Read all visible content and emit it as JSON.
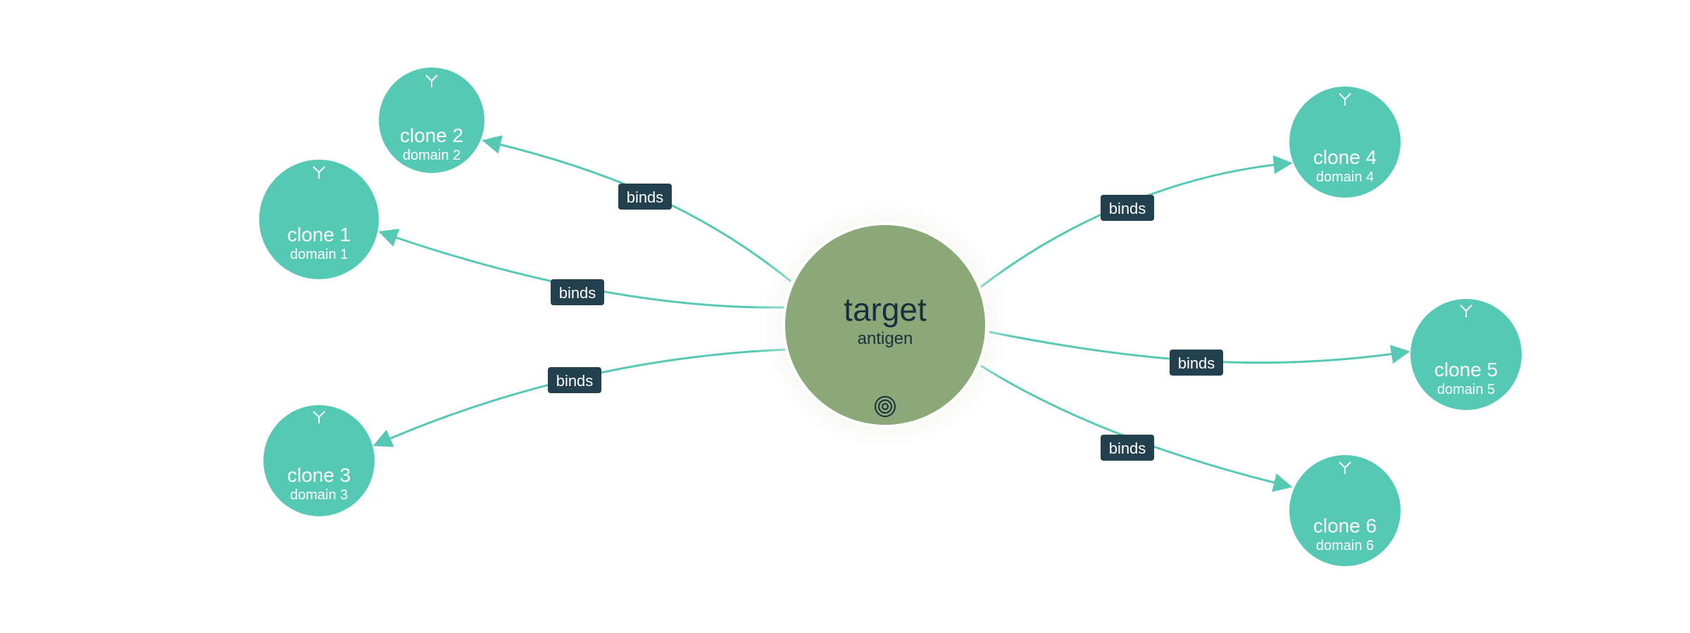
{
  "colors": {
    "background": "#ffffff",
    "clone_fill": "#56c9b5",
    "target_fill": "#8ba978",
    "edge": "#56c9b5",
    "label_bg": "#22404d",
    "label_text": "#ffffff",
    "target_text": "#16313d"
  },
  "target": {
    "title": "target",
    "subtitle": "antigen",
    "icon": "target-icon"
  },
  "clones": [
    {
      "id": "clone-1",
      "title": "clone 1",
      "subtitle": "domain 1",
      "icon": "antibody-icon"
    },
    {
      "id": "clone-2",
      "title": "clone 2",
      "subtitle": "domain 2",
      "icon": "antibody-icon"
    },
    {
      "id": "clone-3",
      "title": "clone 3",
      "subtitle": "domain 3",
      "icon": "antibody-icon"
    },
    {
      "id": "clone-4",
      "title": "clone 4",
      "subtitle": "domain 4",
      "icon": "antibody-icon"
    },
    {
      "id": "clone-5",
      "title": "clone 5",
      "subtitle": "domain 5",
      "icon": "antibody-icon"
    },
    {
      "id": "clone-6",
      "title": "clone 6",
      "subtitle": "domain 6",
      "icon": "antibody-icon"
    }
  ],
  "edges": [
    {
      "from": "target",
      "to": "clone-1",
      "label": "binds"
    },
    {
      "from": "target",
      "to": "clone-2",
      "label": "binds"
    },
    {
      "from": "target",
      "to": "clone-3",
      "label": "binds"
    },
    {
      "from": "target",
      "to": "clone-4",
      "label": "binds"
    },
    {
      "from": "target",
      "to": "clone-5",
      "label": "binds"
    },
    {
      "from": "target",
      "to": "clone-6",
      "label": "binds"
    }
  ]
}
